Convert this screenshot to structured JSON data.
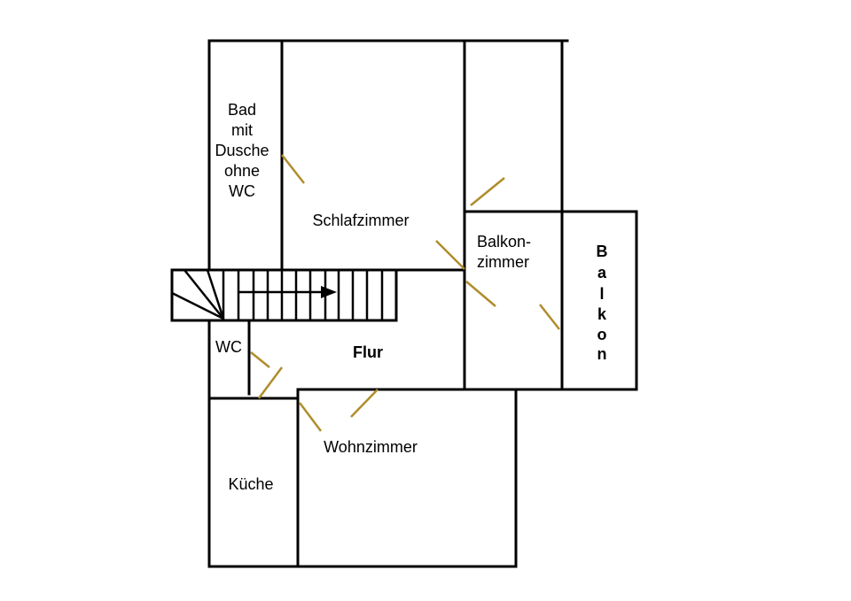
{
  "rooms": {
    "bad": [
      "Bad",
      "mit",
      "Dusche",
      "ohne",
      "WC"
    ],
    "schlafzimmer": "Schlafzimmer",
    "balkonzimmer": [
      "Balkon-",
      "zimmer"
    ],
    "balkon": [
      "B",
      "a",
      "l",
      "k",
      "o",
      "n"
    ],
    "wc": "WC",
    "flur": "Flur",
    "wohnzimmer": "Wohnzimmer",
    "kueche": "Küche"
  },
  "colors": {
    "walls": "#000000",
    "doors": "#b08d2a",
    "balcony_fill": "#d8d8d8"
  }
}
